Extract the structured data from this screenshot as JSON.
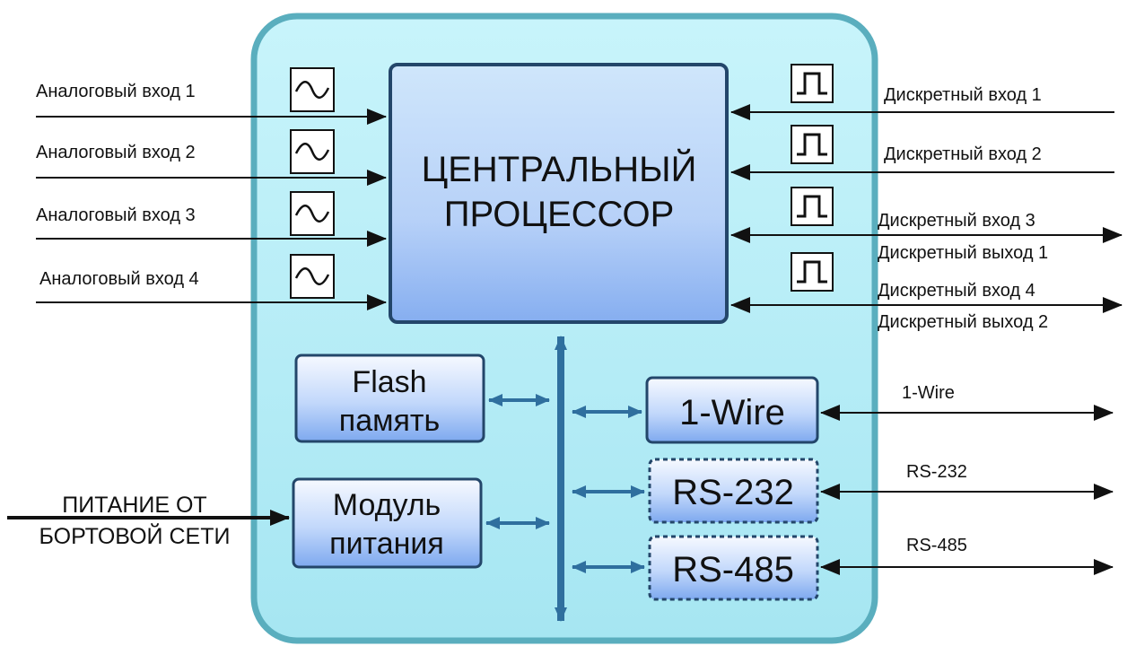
{
  "diagram": {
    "cpu": {
      "line1": "ЦЕНТРАЛЬНЫЙ",
      "line2": "ПРОЦЕССОР"
    },
    "flash": {
      "line1": "Flash",
      "line2": "память"
    },
    "power": {
      "line1": "Модуль",
      "line2": "питания"
    },
    "onewire_block": "1-Wire",
    "rs232_block": "RS-232",
    "rs485_block": "RS-485",
    "analog_inputs": [
      "Аналоговый вход 1",
      "Аналоговый вход 2",
      "Аналоговый вход 3",
      "Аналоговый вход 4"
    ],
    "discrete": {
      "in1": "Дискретный вход 1",
      "in2": "Дискретный вход 2",
      "in3": "Дискретный вход 3",
      "out1": "Дискретный выход 1",
      "in4": "Дискретный вход 4",
      "out2": "Дискретный выход 2"
    },
    "ext_onewire": "1-Wire",
    "ext_rs232": "RS-232",
    "ext_rs485": "RS-485",
    "power_input": {
      "line1": "ПИТАНИЕ ОТ",
      "line2": "БОРТОВОЙ СЕТИ"
    }
  }
}
